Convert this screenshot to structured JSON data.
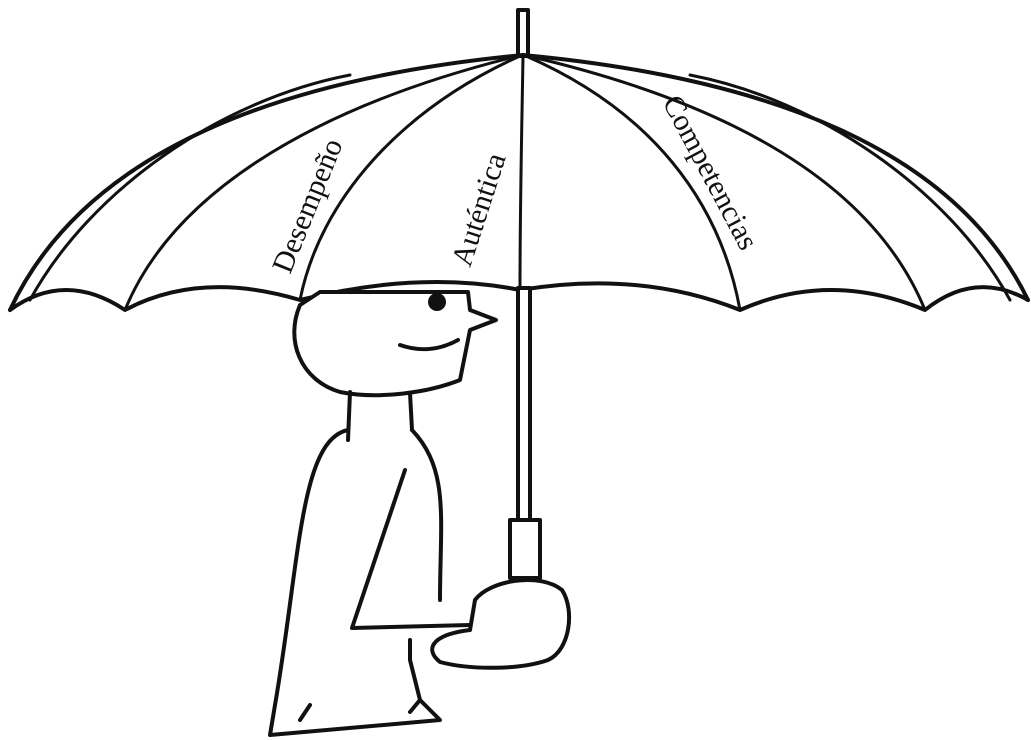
{
  "umbrella": {
    "labels": [
      {
        "id": "desempeno",
        "text": "Desempeño"
      },
      {
        "id": "autentica",
        "text": "Auténtica"
      },
      {
        "id": "competencias",
        "text": "Competencias"
      }
    ]
  },
  "figure": {
    "icon": "person-holding-umbrella"
  }
}
